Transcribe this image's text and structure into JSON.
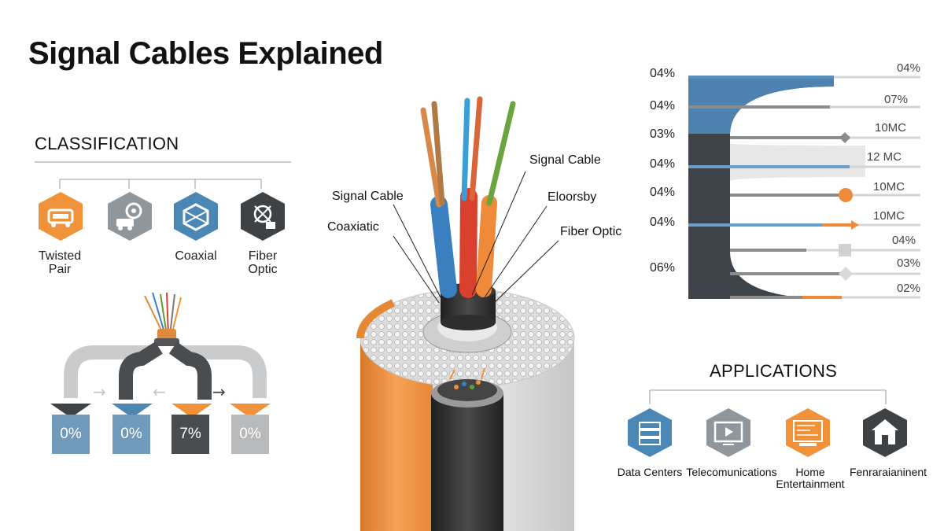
{
  "title": "Signal Cables Explained",
  "classification": {
    "heading": "CLASSIFICATION",
    "items": [
      {
        "label": "Twisted\nPair",
        "icon": "car-icon",
        "color": "#f0923a"
      },
      {
        "label": "",
        "icon": "gear-car-icon",
        "color": "#8f969c"
      },
      {
        "label": "Coaxial",
        "icon": "box-icon",
        "color": "#4a87b5"
      },
      {
        "label": "Fiber\nOptic",
        "icon": "network-icon",
        "color": "#3f4245"
      }
    ]
  },
  "flow": {
    "boxes": [
      {
        "value": "0%",
        "color": "#6f9abb",
        "arrow_color": "#3f4346"
      },
      {
        "value": "0%",
        "color": "#6f9abb",
        "arrow_color": "#4a87b5"
      },
      {
        "value": "7%",
        "color": "#4a4d50",
        "arrow_color": "#f0923a"
      },
      {
        "value": "0%",
        "color": "#b7b9bb",
        "arrow_color": "#f0923a"
      }
    ]
  },
  "cable": {
    "labels": {
      "signal_cable_left": "Signal Cable",
      "coaxiatic": "Coaxiatic",
      "signal_cable_right": "Signal Cable",
      "eloorsby": "Eloorsby",
      "fiber_optic": "Fiber Optic"
    },
    "colors": {
      "orange": "#ee8a3a",
      "blue": "#3a7fc0",
      "red": "#d9412e",
      "green": "#5c9e3c",
      "black": "#2b2b2b"
    }
  },
  "chart": {
    "left_labels": [
      "04%",
      "04%",
      "03%",
      "04%",
      "04%",
      "04%",
      "06%"
    ],
    "right_labels": [
      "04%",
      "07%",
      "10MC",
      "12 MC",
      "10MC",
      "10MC",
      "04%",
      "03%",
      "02%"
    ]
  },
  "applications": {
    "heading": "APPLICATIONS",
    "items": [
      {
        "label": "Data Centers",
        "icon": "server-icon",
        "color": "#4a87b5"
      },
      {
        "label": "Telecomunications",
        "icon": "monitor-icon",
        "color": "#8f969c"
      },
      {
        "label": "Home\nEntertainment",
        "icon": "home-theater-icon",
        "color": "#f0923a"
      },
      {
        "label": "Fenraraianinent",
        "icon": "house-icon",
        "color": "#3f4245"
      }
    ]
  }
}
